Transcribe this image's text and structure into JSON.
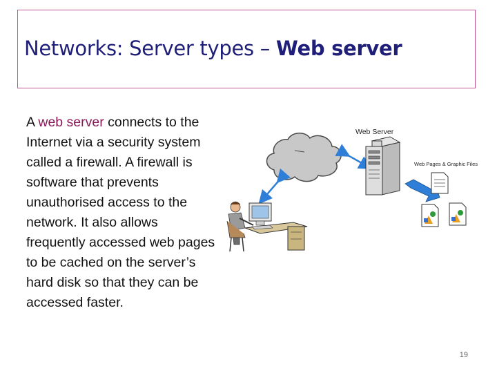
{
  "slide": {
    "title_prefix": "Networks: Server types – ",
    "title_bold": "Web server",
    "body_pre": "A ",
    "body_highlight": "web server",
    "body_post": " connects to the Internet via a security system called a firewall.  A firewall is software that prevents unauthorised access to the network.  It also allows frequently accessed web pages to be cached on the server’s hard disk so that they can be accessed faster.",
    "page_number": "19"
  },
  "illustration": {
    "server_label": "Web Server",
    "files_label": "Web Pages & Graphic Files",
    "colors": {
      "cloud": "#c8c8c8",
      "arrow": "#2f7fd9",
      "accent": "#c1549a",
      "title": "#1f1f7a"
    }
  }
}
